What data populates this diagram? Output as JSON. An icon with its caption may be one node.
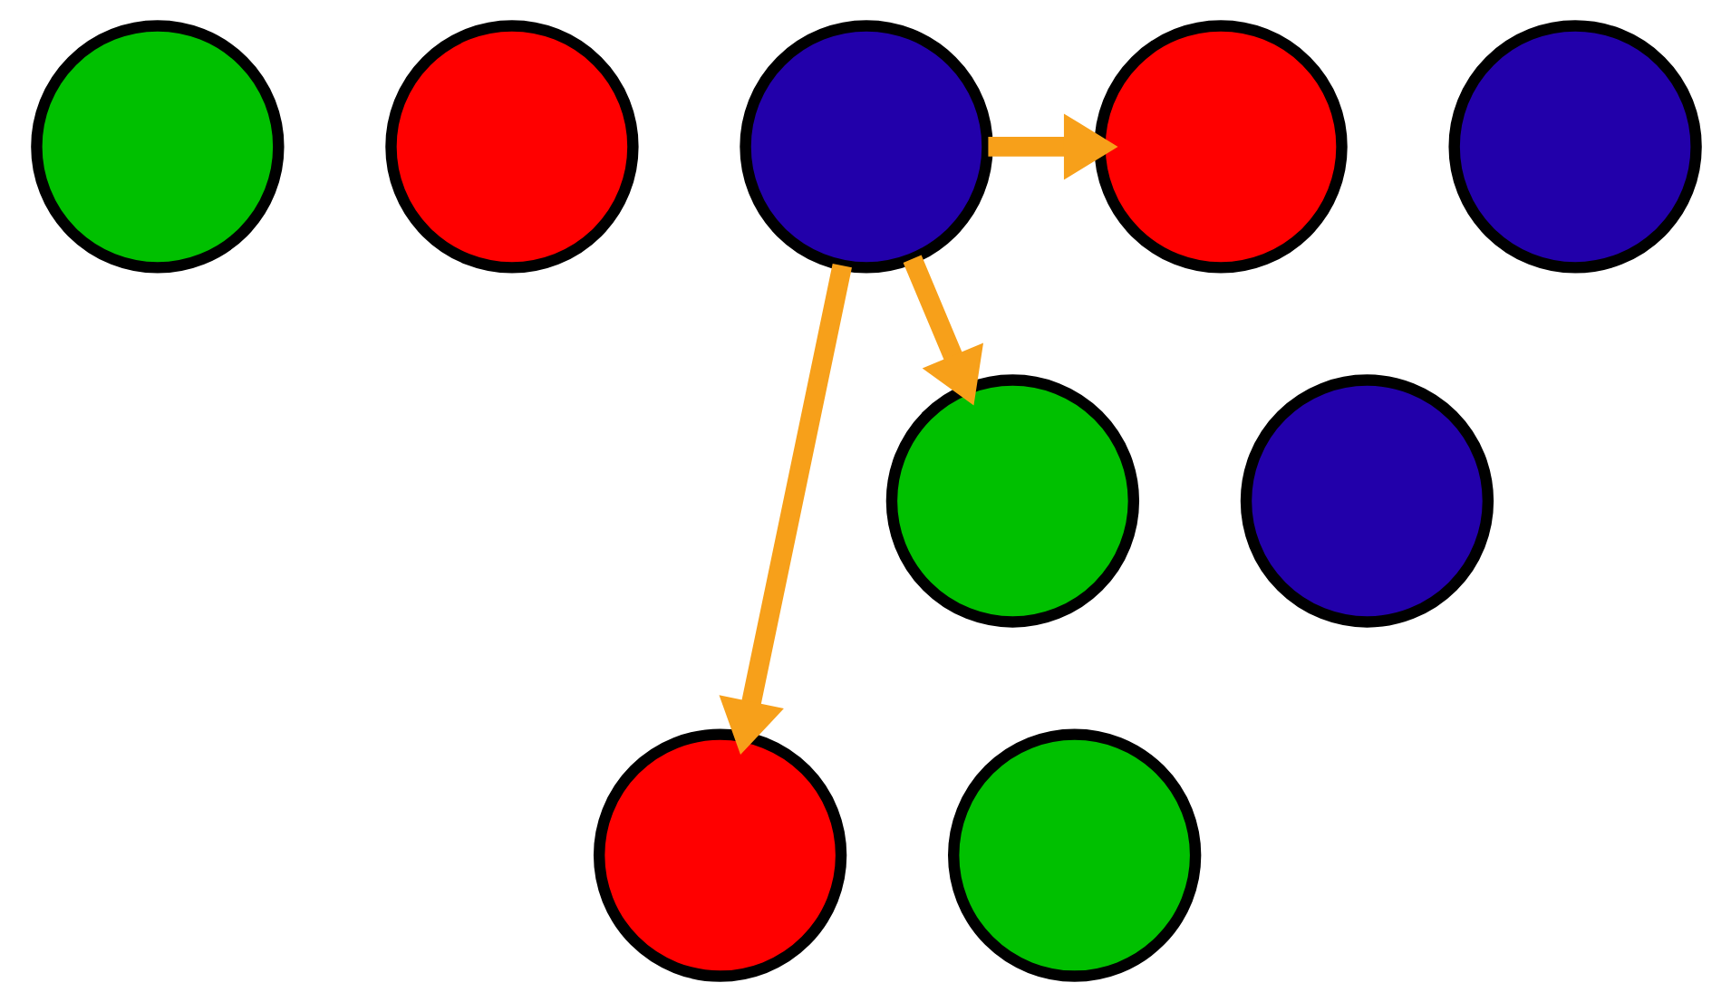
{
  "diagram": {
    "nodes": [
      {
        "text": [],
        "shape": "circle"
      },
      {
        "text": [],
        "shape": "circle"
      },
      {
        "text": [],
        "shape": "circle"
      },
      {
        "text": [],
        "shape": "circle"
      },
      {
        "text": [],
        "shape": "circle"
      },
      {
        "text": [],
        "shape": "circle"
      },
      {
        "text": [],
        "shape": "circle"
      },
      {
        "text": [],
        "shape": "circle"
      },
      {
        "text": [],
        "shape": "circle"
      }
    ],
    "edges": [
      {
        "from": 2,
        "to": 3,
        "arrow": "to"
      },
      {
        "from": 2,
        "to": 7,
        "arrow": "to"
      },
      {
        "from": 2,
        "to": 5,
        "arrow": "to"
      }
    ]
  }
}
